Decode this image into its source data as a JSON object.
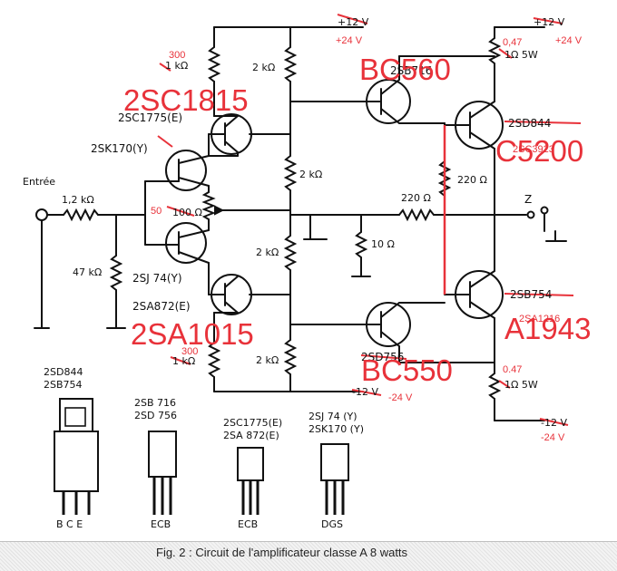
{
  "input_label": "Entrée",
  "resistors": {
    "r_in": "1,2 kΩ",
    "r_47k": "47 kΩ",
    "r_top_old": "1 kΩ",
    "r_top_new": "300",
    "r_bot_old": "1 kΩ",
    "r_bot_new": "300",
    "r_2k_a": "2 kΩ",
    "r_2k_b": "2 kΩ",
    "r_2k_c": "2 kΩ",
    "r_2k_d": "2 kΩ",
    "pot_old": "100 Ω",
    "pot_new": "50",
    "r_10": "10 Ω",
    "r_220_h": "220 Ω",
    "r_220_v": "220 Ω",
    "r_em_top": "1Ω  5W",
    "r_em_top_new": "0,47",
    "r_em_bot": "1Ω  5W",
    "r_em_bot_new": "0.47"
  },
  "supplies": {
    "top_left_old": "+12 V",
    "top_left_new": "+24 V",
    "top_right_old": "+12 V",
    "top_right_new": "+24 V",
    "bot_left_old": "-12 V",
    "bot_left_new": "-24 V",
    "bot_right_old": "-12 V",
    "bot_right_new": "-24 V"
  },
  "transistors": {
    "q1_old": "2SC1775(E)",
    "q1_new": "2SC1815",
    "fet1_old": "2SK170(Y)",
    "fet2_old": "2SJ 74(Y)",
    "q2_old": "2SA872(E)",
    "q2_new": "2SA1015",
    "q3_old": "2SB716",
    "q3_new": "BC560",
    "q4_old": "2SD756",
    "q4_new": "BC550",
    "q5_old": "2SD844",
    "q5_new": "C5200",
    "q5_note": "2SC3923",
    "q6_old": "2SB754",
    "q6_new": "A1943",
    "q6_note": "2SA1216"
  },
  "output_label": "Z",
  "packages": {
    "p1_names": [
      "2SD844",
      "2SB754"
    ],
    "p1_pins": "B C E",
    "p2_names": [
      "2SB 716",
      "2SD 756"
    ],
    "p2_pins": "ECB",
    "p3_names": [
      "2SC1775(E)",
      "2SA 872(E)"
    ],
    "p3_pins": "ECB",
    "p4_names": [
      "2SJ 74 (Y)",
      "2SK170 (Y)"
    ],
    "p4_pins": "DGS"
  },
  "caption": "Fig. 2 : Circuit de l'amplificateur classe A 8 watts",
  "colors": {
    "ink": "#111111",
    "annotation": "#e8323a"
  }
}
